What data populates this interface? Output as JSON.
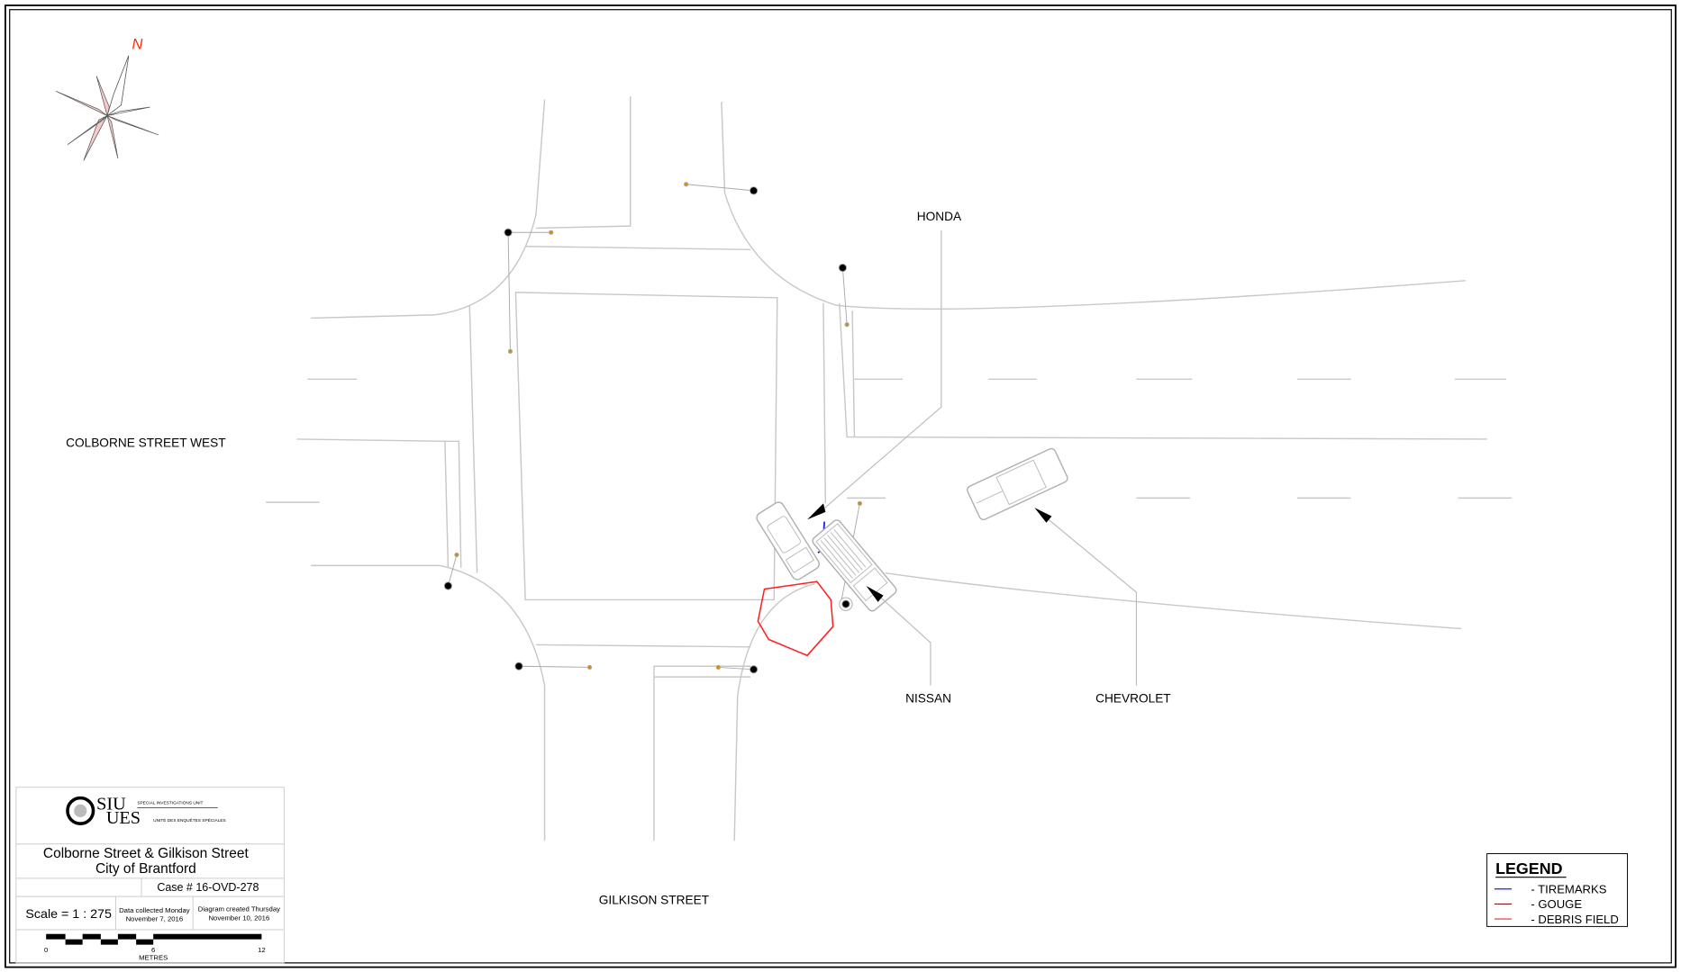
{
  "compass": {
    "north_label": "N",
    "icon": "compass-rose-icon"
  },
  "streets": {
    "colborne": "COLBORNE STREET WEST",
    "gilkison": "GILKISON STREET"
  },
  "vehicles": {
    "honda": "HONDA",
    "nissan": "NISSAN",
    "chevrolet": "CHEVROLET"
  },
  "title_block": {
    "logo_text": "SIU UES",
    "location_line1": "Colborne Street & Gilkison Street",
    "location_line2": "City of Brantford",
    "case": "Case # 16-OVD-278",
    "scale": "Scale =  1 : 275",
    "data_collected_1": "Data collected Monday",
    "data_collected_2": "November 7, 2016",
    "diagram_created_1": "Diagram created Thursday",
    "diagram_created_2": "November 10, 2016",
    "scalebar": {
      "ticks": [
        "0",
        "6",
        "12"
      ],
      "unit": "METRES"
    }
  },
  "legend": {
    "title": "LEGEND",
    "items": [
      {
        "label": "- TIREMARKS",
        "color": "#1a1aff"
      },
      {
        "label": "- GOUGE",
        "color": "#8b1a1a"
      },
      {
        "label": "- DEBRIS FIELD",
        "color": "#ff2020"
      }
    ]
  },
  "colors": {
    "debris": "#ff2020",
    "tiremarks": "#1a1aff",
    "compass_fill": "#f6c9c9",
    "north": "#ff2a00",
    "pole_marker": "#e08a00"
  }
}
